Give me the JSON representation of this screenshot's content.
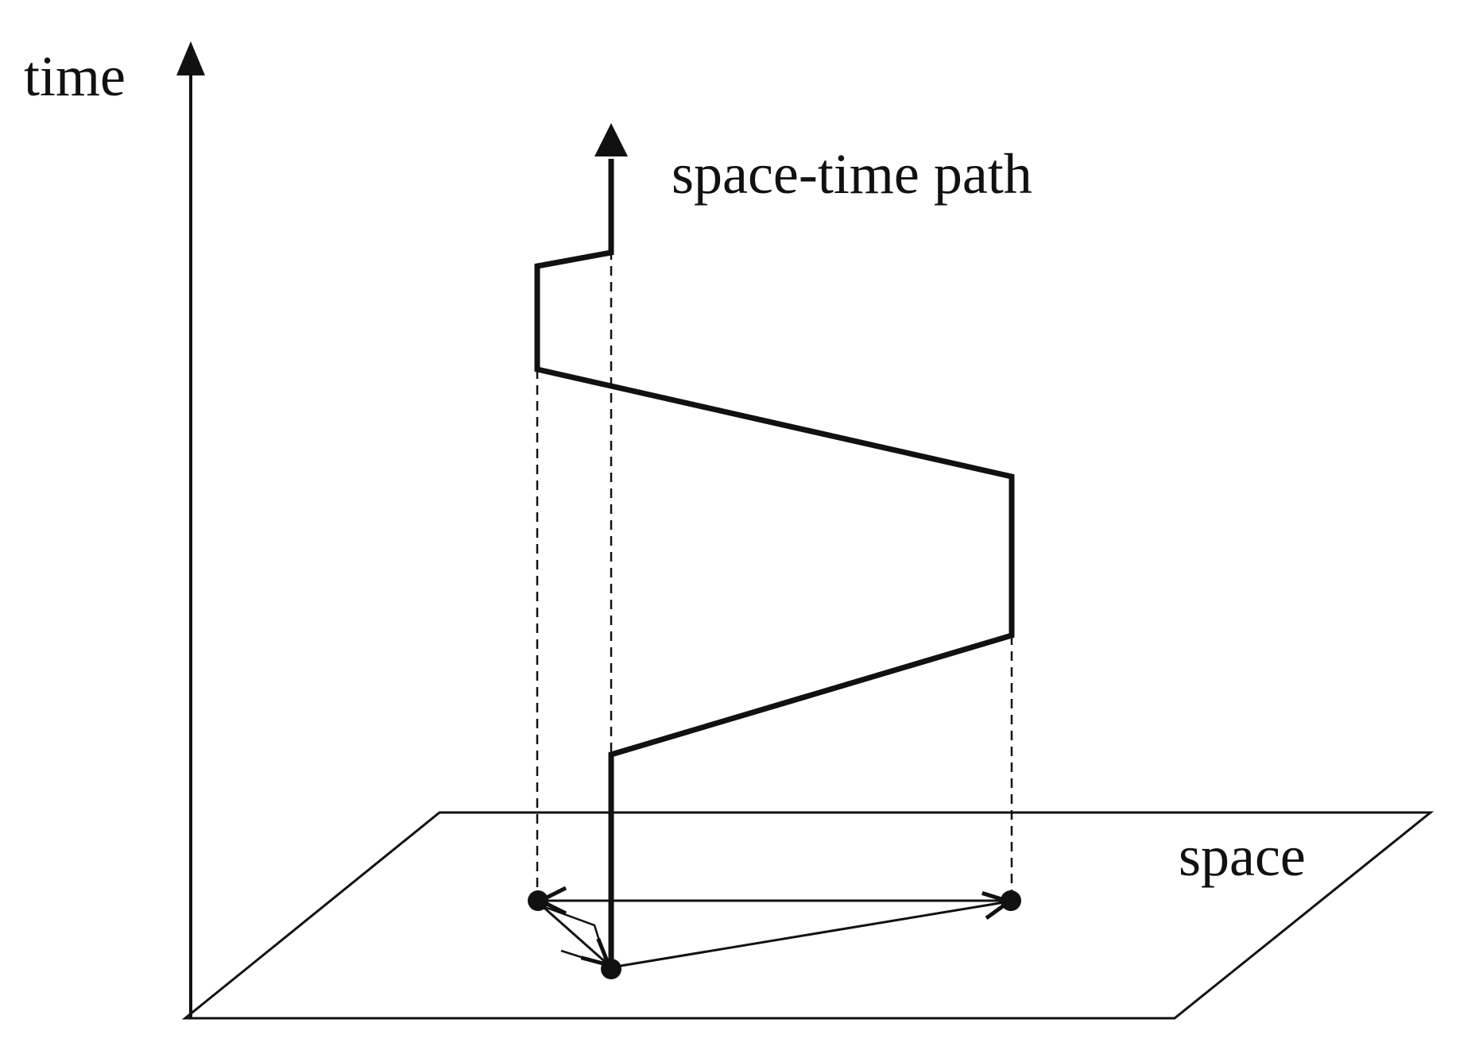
{
  "labels": {
    "time_axis": "time",
    "path": "space-time path",
    "space_plane": "space"
  },
  "colors": {
    "ink": "#111111",
    "background": "#ffffff"
  }
}
